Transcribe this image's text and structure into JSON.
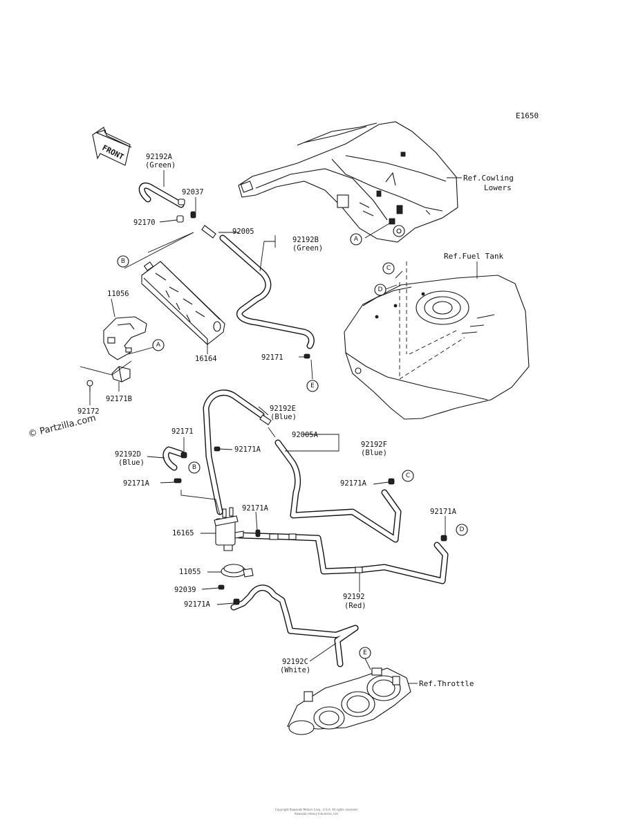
{
  "diagram_code": "E1650",
  "front_arrow_label": "FRONT",
  "watermark": "© Partzilla.com",
  "footer_line1": "Copyright Kawasaki Motors Corp., U.S.A. All rights reserved.",
  "footer_line2": "Kawasaki Heavy Industries, Ltd.",
  "refs": {
    "cowling_line1": "Ref.Cowling",
    "cowling_line2": "Lowers",
    "fuel_tank": "Ref.Fuel Tank",
    "throttle": "Ref.Throttle"
  },
  "parts": {
    "p92192A": "92192A",
    "p92192A_color": "(Green)",
    "p92037": "92037",
    "p92170": "92170",
    "p92005": "92005",
    "p92192B": "92192B",
    "p92192B_color": "(Green)",
    "p11056": "11056",
    "p16164": "16164",
    "p92171": "92171",
    "p92171B": "92171B",
    "p92172": "92172",
    "p92192E": "92192E",
    "p92192E_color": "(Blue)",
    "p92005A": "92005A",
    "p92192F": "92192F",
    "p92192F_color": "(Blue)",
    "p92171_b": "92171",
    "p92192D": "92192D",
    "p92192D_color": "(Blue)",
    "p92171A_a": "92171A",
    "p92171A_b": "92171A",
    "p92171A_c": "92171A",
    "p92171A_d": "92171A",
    "p92171A_e": "92171A",
    "p92171A_f": "92171A",
    "p16165": "16165",
    "p11055": "11055",
    "p92039": "92039",
    "p92192": "92192",
    "p92192_color": "(Red)",
    "p92192C": "92192C",
    "p92192C_color": "(White)"
  },
  "connectors": {
    "A": "A",
    "B": "B",
    "C": "C",
    "D": "D",
    "E": "E"
  }
}
